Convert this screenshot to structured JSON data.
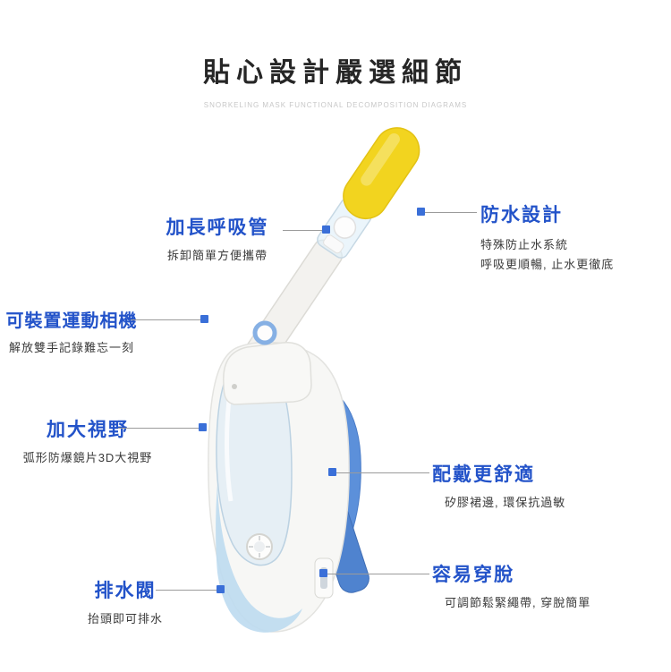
{
  "header": {
    "title": "貼心設計嚴選細節",
    "subtitle": "SNORKELING MASK FUNCTIONAL DECOMPOSITION DIAGRAMS"
  },
  "callouts": {
    "snorkel": {
      "title": "加長呼吸管",
      "desc": "拆卸簡單方便攜帶"
    },
    "waterproof": {
      "title": "防水設計",
      "desc1": "特殊防止水系統",
      "desc2": "呼吸更順暢, 止水更徹底"
    },
    "camera": {
      "title": "可裝置運動相機",
      "desc": "解放雙手記錄難忘一刻"
    },
    "view": {
      "title": "加大視野",
      "desc": "弧形防爆鏡片3D大視野"
    },
    "comfort": {
      "title": "配戴更舒適",
      "desc": "矽膠裙邊, 環保抗過敏"
    },
    "drain": {
      "title": "排水閥",
      "desc": "抬頭即可排水"
    },
    "easywear": {
      "title": "容易穿脫",
      "desc": "可調節鬆緊繩帶, 穿脫簡單"
    }
  },
  "colors": {
    "heading_blue": "#2353c9",
    "marker_blue": "#3a6fd8",
    "snorkel_yellow": "#f2d41f",
    "strap_blue": "#5c90da",
    "skirt_blue": "#bcdaf0"
  }
}
